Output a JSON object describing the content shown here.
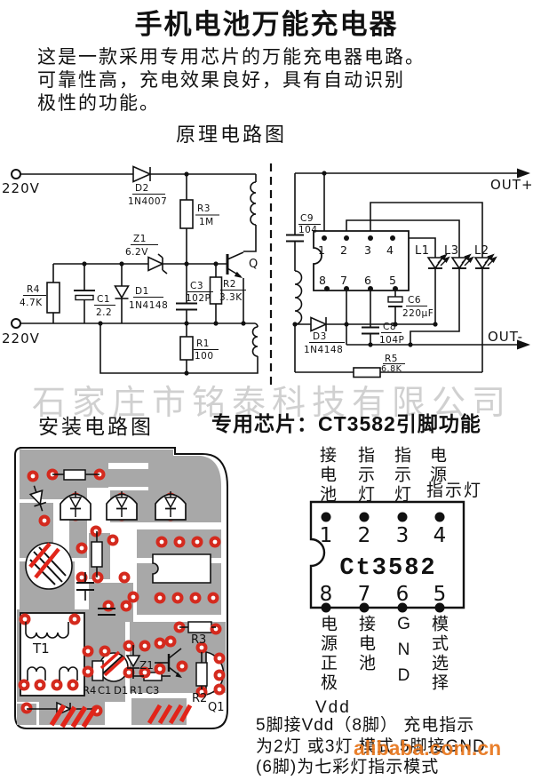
{
  "page": {
    "title": "手机电池万能充电器"
  },
  "intro": {
    "line1": "这是一款采用专用芯片的万能充电器电路。",
    "line2": "可靠性高，充电效果良好，具有自动识别",
    "line3": "极性的功能。"
  },
  "sections": {
    "schematic": "原理电路图",
    "pcb": "安装电路图",
    "chip": "专用芯片：CT3582引脚功能"
  },
  "watermarks": {
    "company": "石家庄市铭泰科技有限公司",
    "site": "alibaba.com.cn"
  },
  "schematic": {
    "ac_top": "220V",
    "ac_bottom": "220V",
    "out_plus": "OUT+",
    "out_minus": "OUT-",
    "q": "Q",
    "d2": {
      "r": "D2",
      "v": "1N4007"
    },
    "r3": {
      "r": "R3",
      "v": "1M"
    },
    "z1": {
      "r": "Z1",
      "v": "6.2V"
    },
    "r4": {
      "r": "R4",
      "v": "4.7K"
    },
    "c1": {
      "r": "C1",
      "v": "2.2"
    },
    "d1": {
      "r": "D1",
      "v": "1N4148"
    },
    "c3": {
      "r": "C3",
      "v": "102P"
    },
    "r2": {
      "r": "R2",
      "v": "3.3K"
    },
    "r1": {
      "r": "R1",
      "v": "100"
    },
    "c9": {
      "r": "C9",
      "v": "104"
    },
    "d3": {
      "r": "D3",
      "v": "1N4148"
    },
    "c6": {
      "r": "C6",
      "v": "220µF"
    },
    "c8": {
      "r": "C8",
      "v": "104P"
    },
    "r5": {
      "r": "R5",
      "v": "6.8K"
    },
    "l1": "L1",
    "l3": "L3",
    "l2": "L2",
    "pins_top": [
      "1",
      "2",
      "3",
      "4"
    ],
    "pins_bottom": [
      "8",
      "7",
      "6",
      "5"
    ]
  },
  "pcb": {
    "t1": "T1",
    "r3": "R3",
    "z1": "Z1",
    "r4": "R4",
    "c1": "C1",
    "d1": "D1",
    "r1": "R1",
    "c3": "C3",
    "r2": "R2",
    "q1": "Q1"
  },
  "chip": {
    "name": "Ct3582",
    "pin1": {
      "num": "1",
      "label": "接电池"
    },
    "pin2": {
      "num": "2",
      "label": "指示灯"
    },
    "pin3": {
      "num": "3",
      "label": "指示灯"
    },
    "pin4": {
      "num": "4",
      "label_v": "电源",
      "label_h": "指示灯"
    },
    "pin8": {
      "num": "8",
      "label": "电源正极",
      "sub": "Vdd"
    },
    "pin7": {
      "num": "7",
      "label": "接电池"
    },
    "pin6": {
      "num": "6",
      "label": "GND"
    },
    "pin5": {
      "num": "5",
      "label": "模式选择"
    }
  },
  "footnote": {
    "line1": "5脚接Vdd（8脚） 充电指示",
    "line2": "为2灯 或3灯 模式 5脚接GND",
    "line3": "(6脚)为七彩灯指示模式"
  },
  "colors": {
    "copper": "#a8a8a8",
    "pad": "#d42a1e",
    "hatch": "#e2251a",
    "watermark_gray": "#c8c8c8",
    "watermark_orange": "#e8761c"
  }
}
